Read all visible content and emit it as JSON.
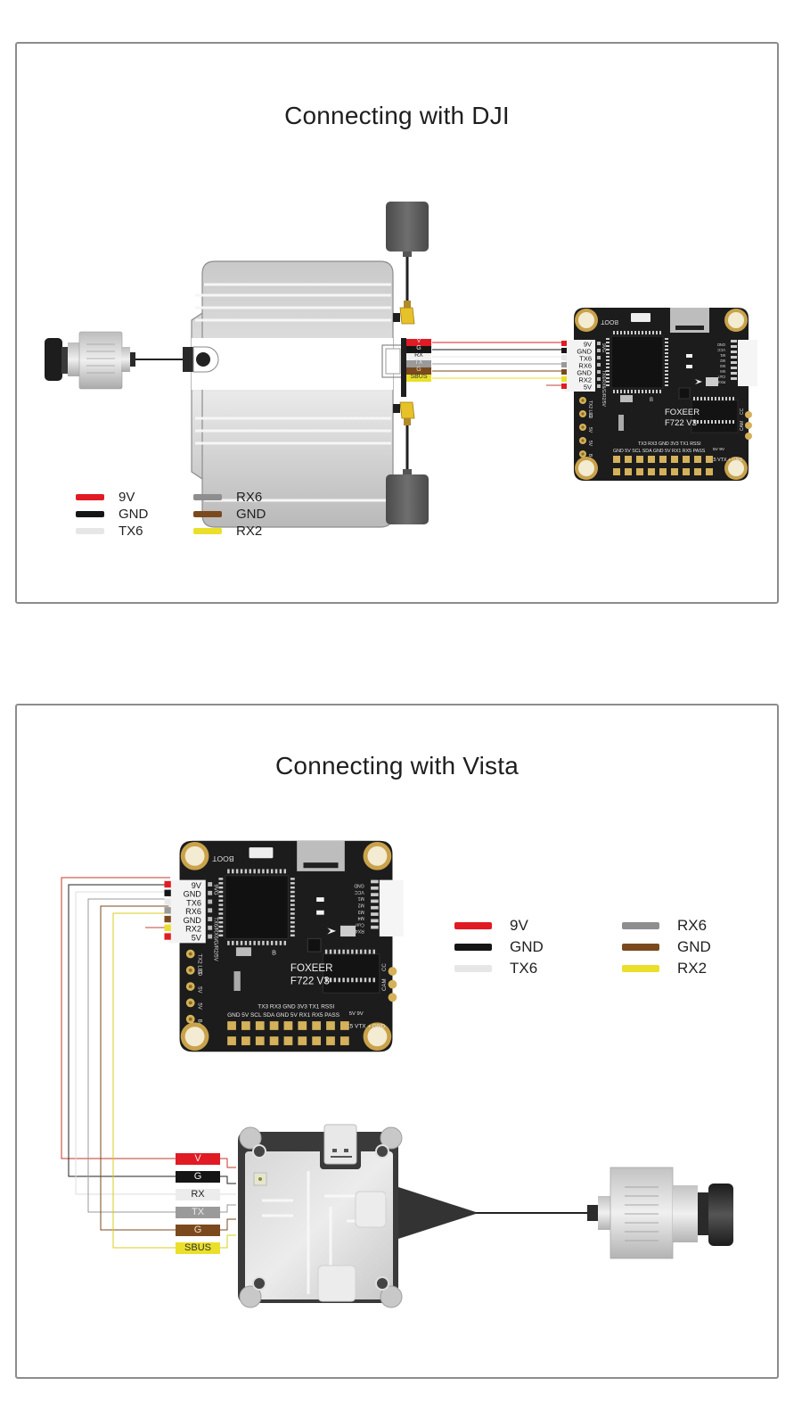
{
  "panels": [
    {
      "title": "Connecting with DJI",
      "air_unit_pins": [
        "V",
        "G",
        "RX",
        "TX",
        "G",
        "SBUS"
      ],
      "fc_pins": [
        "9V",
        "GND",
        "TX6",
        "RX6",
        "GND",
        "RX2",
        "5V"
      ],
      "fc_name": "FOXEER",
      "fc_model": "F722 V3",
      "legend": [
        {
          "label": "9V",
          "color": "#e01b24"
        },
        {
          "label": "GND",
          "color": "#151515"
        },
        {
          "label": "TX6",
          "color": "#e6e6e6"
        },
        {
          "label": "RX6",
          "color": "#8e8e8e"
        },
        {
          "label": "GND",
          "color": "#7a4a1e"
        },
        {
          "label": "RX2",
          "color": "#eadf2a"
        }
      ]
    },
    {
      "title": "Connecting with Vista",
      "air_unit_pins": [
        "V",
        "G",
        "RX",
        "TX",
        "G",
        "SBUS"
      ],
      "fc_pins": [
        "9V",
        "GND",
        "TX6",
        "RX6",
        "GND",
        "RX2",
        "5V"
      ],
      "fc_name": "FOXEER",
      "fc_model": "F722 V3",
      "legend": [
        {
          "label": "9V",
          "color": "#e01b24"
        },
        {
          "label": "GND",
          "color": "#151515"
        },
        {
          "label": "TX6",
          "color": "#e6e6e6"
        },
        {
          "label": "RX6",
          "color": "#8e8e8e"
        },
        {
          "label": "GND",
          "color": "#7a4a1e"
        },
        {
          "label": "RX2",
          "color": "#eadf2a"
        }
      ]
    }
  ],
  "fc_board": {
    "boot_label": "BOOT",
    "side_label": "9VG",
    "side_label2": "TX6/RX6/G/R2/5V",
    "left_pads": [
      "TX2 LED",
      "G",
      "5V",
      "5V",
      "B-"
    ],
    "bottom_top_row": [
      "TX3",
      "RX3",
      "GND",
      "3V3",
      "TX1",
      "RSSI"
    ],
    "bottom_row": [
      "GND",
      "5V",
      "SCL",
      "SDA",
      "GND",
      "5V",
      "RX1",
      "RX5",
      "PASS"
    ],
    "bottom_right": [
      "TX5",
      "VTX",
      "+",
      "GND"
    ],
    "right_top": [
      "5V",
      "9V"
    ],
    "motor_pins": [
      "GND",
      "VCC",
      "M1",
      "M2",
      "M3",
      "M4",
      "Curr",
      "RX4"
    ],
    "cam_label": "CAM",
    "cc_label": "CC",
    "b_label": "B"
  }
}
